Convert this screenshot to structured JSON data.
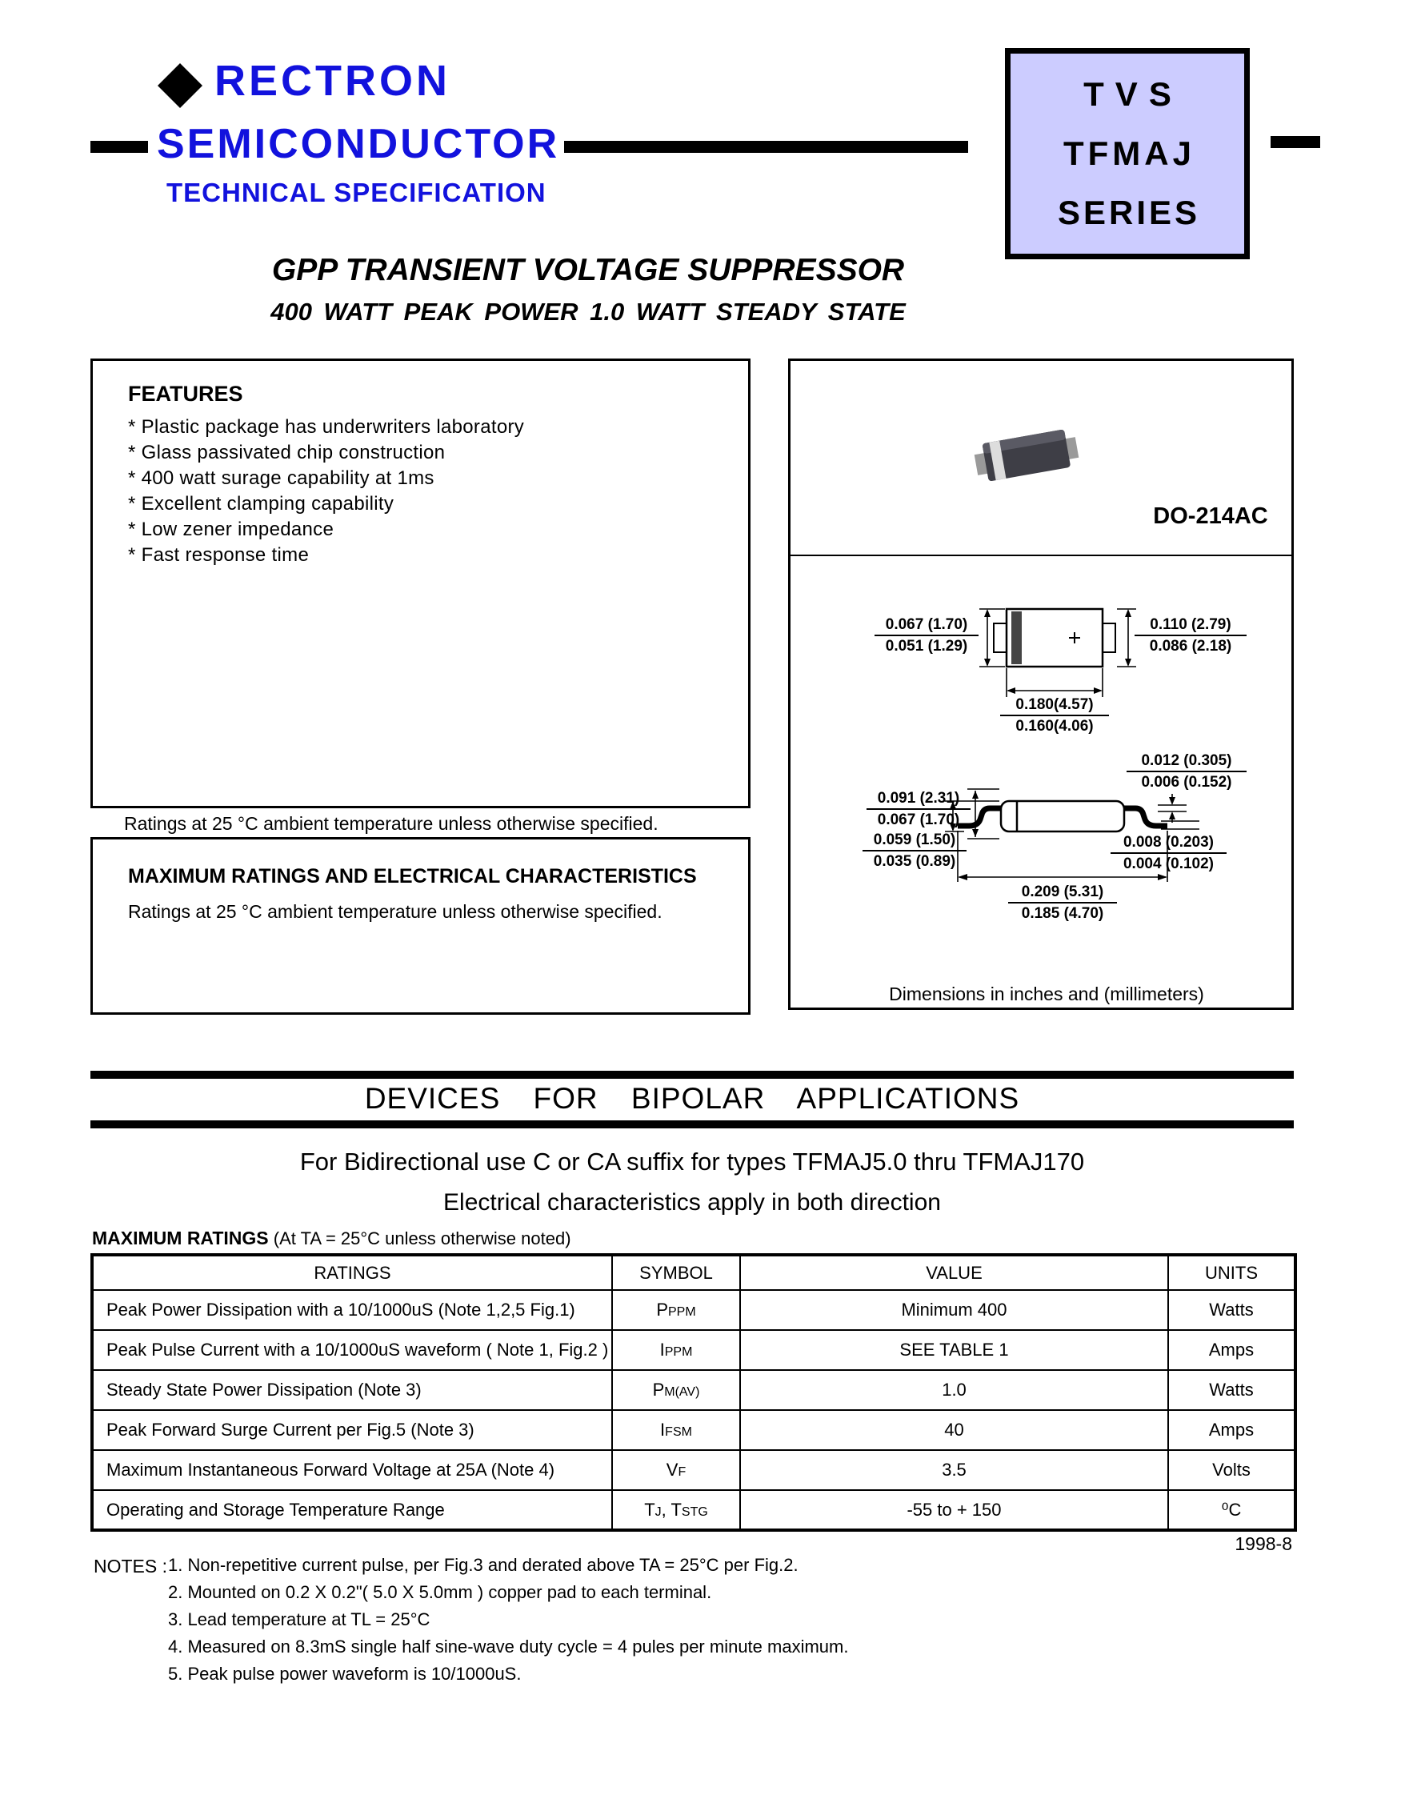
{
  "header": {
    "brand": "RECTRON",
    "division": "SEMICONDUCTOR",
    "doc_type": "TECHNICAL SPECIFICATION",
    "series_box": {
      "line1": "TVS",
      "line2": "TFMAJ",
      "line3": "SERIES"
    }
  },
  "title": {
    "main": "GPP TRANSIENT VOLTAGE SUPPRESSOR",
    "sub": "400 WATT PEAK POWER 1.0 WATT STEADY STATE"
  },
  "features": {
    "heading": "FEATURES",
    "items": [
      "* Plastic package has underwriters laboratory",
      "* Glass passivated chip construction",
      "* 400 watt surage capability at 1ms",
      "* Excellent clamping capability",
      "* Low zener impedance",
      "* Fast response time"
    ],
    "ratings_note": "Ratings at 25 °C ambient temperature unless otherwise specified."
  },
  "max_ratings_box": {
    "heading": "MAXIMUM RATINGS AND ELECTRICAL CHARACTERISTICS",
    "note": "Ratings at 25 °C ambient temperature unless otherwise specified."
  },
  "package": {
    "name": "DO-214AC",
    "dims_note": "Dimensions in inches and (millimeters)",
    "top_drawing": {
      "left_top": "0.067 (1.70)",
      "left_bottom": "0.051 (1.29)",
      "right_top": "0.110 (2.79)",
      "right_bottom": "0.086 (2.18)",
      "bottom_top": "0.180(4.57)",
      "bottom_bottom": "0.160(4.06)"
    },
    "side_drawing": {
      "t1": "0.012 (0.305)",
      "t2": "0.006 (0.152)",
      "l1": "0.091 (2.31)",
      "l2": "0.067 (1.70)",
      "l3": "0.059 (1.50)",
      "l4": "0.035 (0.89)",
      "r1": "0.008 (0.203)",
      "r2": "0.004 (0.102)",
      "b1": "0.209 (5.31)",
      "b2": "0.185 (4.70)"
    }
  },
  "bipolar": {
    "banner": "DEVICES FOR BIPOLAR APPLICATIONS",
    "line1": "For Bidirectional use C or CA suffix for types TFMAJ5.0 thru TFMAJ170",
    "line2": "Electrical characteristics apply in both direction"
  },
  "ratings_table": {
    "section_bold": "MAXIMUM RATINGS",
    "section_rest": " (At TA = 25°C unless otherwise noted)",
    "headers": [
      "RATINGS",
      "SYMBOL",
      "VALUE",
      "UNITS"
    ],
    "rows": [
      {
        "rating": "Peak Power Dissipation with a 10/1000uS (Note 1,2,5 Fig.1)",
        "sym1": "P",
        "sub1": "PPM",
        "sym2": "",
        "sub2": "",
        "value": "Minimum 400",
        "units": "Watts"
      },
      {
        "rating": "Peak Pulse Current with a 10/1000uS waveform ( Note 1, Fig.2 )",
        "sym1": "I",
        "sub1": "PPM",
        "sym2": "",
        "sub2": "",
        "value": "SEE TABLE 1",
        "units": "Amps"
      },
      {
        "rating": "Steady State Power Dissipation (Note 3)",
        "sym1": "P",
        "sub1": "M(AV)",
        "sym2": "",
        "sub2": "",
        "value": "1.0",
        "units": "Watts"
      },
      {
        "rating": "Peak Forward Surge Current per Fig.5 (Note 3)",
        "sym1": "I",
        "sub1": "FSM",
        "sym2": "",
        "sub2": "",
        "value": "40",
        "units": "Amps"
      },
      {
        "rating": "Maximum Instantaneous Forward Voltage at 25A (Note 4)",
        "sym1": "V",
        "sub1": "F",
        "sym2": "",
        "sub2": "",
        "value": "3.5",
        "units": "Volts"
      },
      {
        "rating": "Operating and Storage Temperature Range",
        "sym1": "T",
        "sub1": "J",
        "sym2": ", T",
        "sub2": "STG",
        "value": "-55 to + 150",
        "units": "⁰C"
      }
    ]
  },
  "date_code": "1998-8",
  "notes": {
    "label": "NOTES :",
    "items": [
      "1. Non-repetitive current pulse, per Fig.3 and derated above TA = 25°C per Fig.2.",
      "2. Mounted on 0.2 X 0.2\"( 5.0 X 5.0mm ) copper pad to each terminal.",
      "3. Lead temperature at TL = 25°C",
      "4. Measured on 8.3mS single half sine-wave duty cycle = 4 pules per minute maximum.",
      "5. Peak pulse power waveform is 10/1000uS."
    ]
  }
}
